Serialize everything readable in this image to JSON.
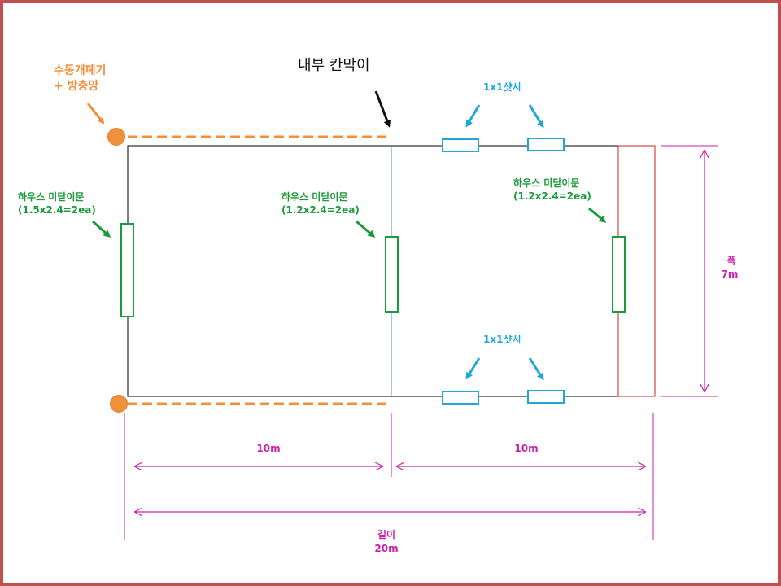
{
  "labels": {
    "manual_opener_line1": "수동개폐기",
    "manual_opener_line2": "+ 방충망",
    "partition": "내부 칸막이",
    "sash_top": "1x1샷시",
    "sash_bottom": "1x1샷시",
    "door_left_line1": "하우스 미닫이문",
    "door_left_line2": "(1.5x2.4=2ea)",
    "door_mid_line1": "하우스 미닫이문",
    "door_mid_line2": "(1.2x2.4=2ea)",
    "door_right_line1": "하우스 미닫이문",
    "door_right_line2": "(1.2x2.4=2ea)",
    "width_line1": "폭",
    "width_line2": "7m",
    "dim_left": "10m",
    "dim_right": "10m",
    "length_line1": "길이",
    "length_line2": "20m"
  },
  "colors": {
    "frame_border": "#c0504d",
    "door": "#1a9a3a",
    "sash": "#1fa8d6",
    "dimension": "#cc22aa",
    "opener": "#f0903a",
    "partition_line": "#4a90c8",
    "end_wall": "#cc2222",
    "outline": "#000000"
  }
}
